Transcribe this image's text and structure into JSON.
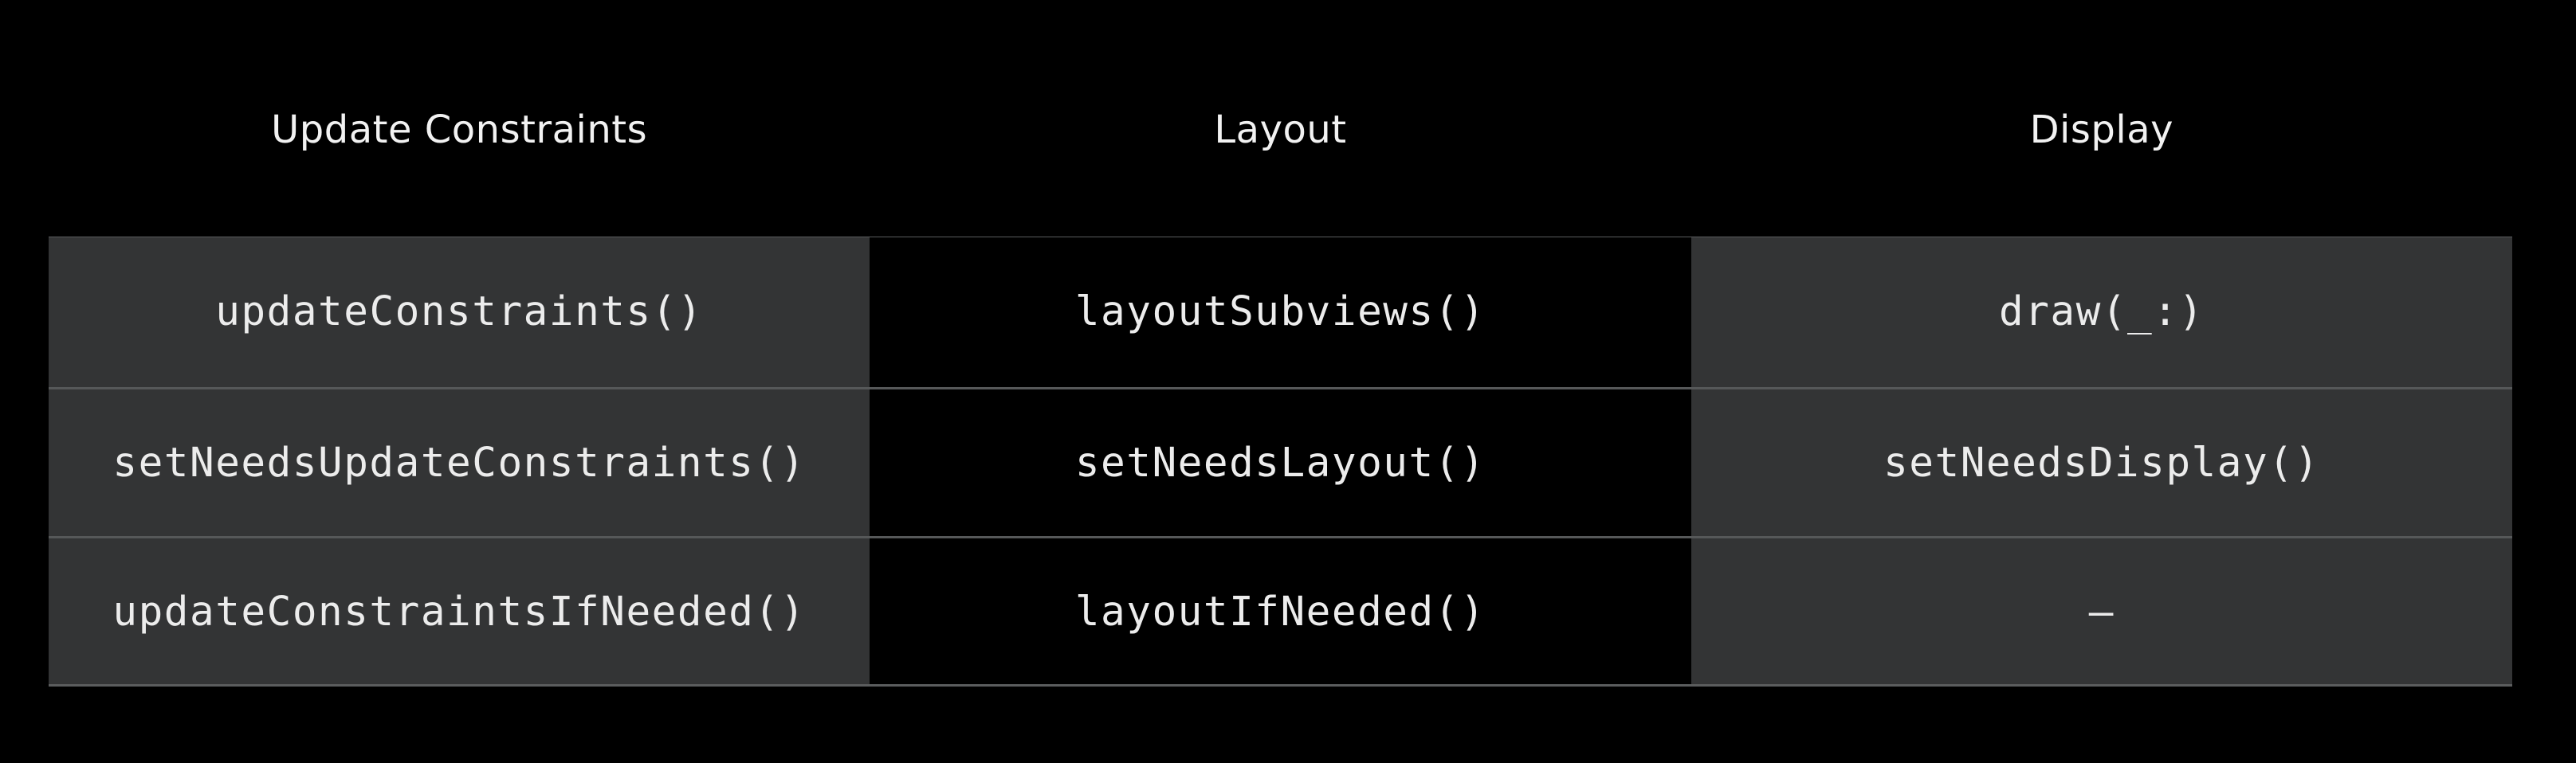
{
  "headers": [
    "Update Constraints",
    "Layout",
    "Display"
  ],
  "rows": [
    [
      "updateConstraints()",
      "layoutSubviews()",
      "draw(_:)"
    ],
    [
      "setNeedsUpdateConstraints()",
      "setNeedsLayout()",
      "setNeedsDisplay()"
    ],
    [
      "updateConstraintsIfNeeded()",
      "layoutIfNeeded()",
      "–"
    ]
  ],
  "colors": {
    "background": "#000000",
    "cell_gray": "#333435",
    "cell_black": "#000000",
    "divider": "#5b5d5e",
    "text": "#ececec"
  }
}
